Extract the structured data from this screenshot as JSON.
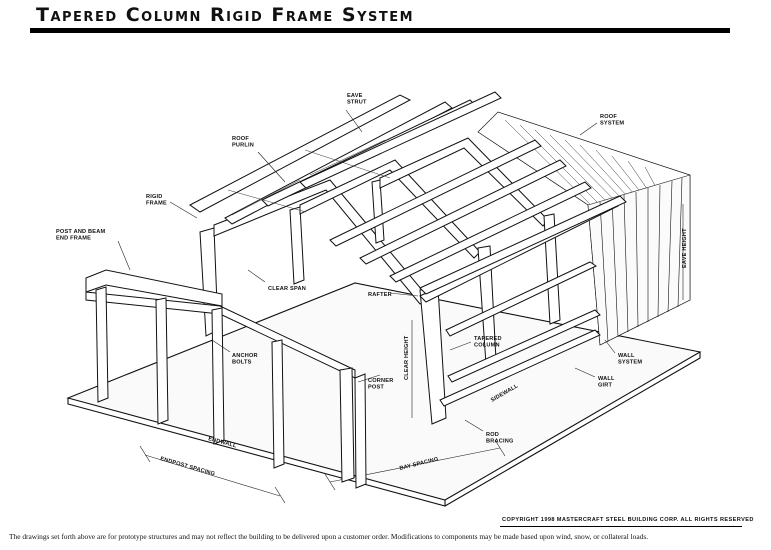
{
  "title": "Tapered Column Rigid Frame System",
  "labels": {
    "eave_strut": "EAVE\nSTRUT",
    "roof_purlin": "ROOF\nPURLIN",
    "rigid_frame": "RIGID\nFRAME",
    "post_and_beam": "POST AND BEAM\nEND FRAME",
    "roof_system": "ROOF\nSYSTEM",
    "eave_height": "EAVE HEIGHT",
    "clear_span": "CLEAR SPAN",
    "rafter": "RAFTER",
    "tapered_column": "TAPERED\nCOLUMN",
    "clear_height": "CLEAR HEIGHT",
    "anchor_bolts": "ANCHOR\nBOLTS",
    "corner_post": "CORNER\nPOST",
    "wall_system": "WALL\nSYSTEM",
    "wall_girt": "WALL\nGIRT",
    "sidewall": "SIDEWALL",
    "rod_bracing": "ROD\nBRACING",
    "endwall": "ENDWALL",
    "endpost_spacing": "ENDPOST SPACING",
    "bay_spacing": "BAY SPACING"
  },
  "copyright": "COPYRIGHT 1998 MASTERCRAFT STEEL BUILDING CORP. ALL RIGHTS RESERVED",
  "disclaimer": "The drawings set forth above are for prototype structures and may not reflect the building to be delivered upon a customer order.  Modifications to components may be made based upon wind, snow, or collateral loads."
}
